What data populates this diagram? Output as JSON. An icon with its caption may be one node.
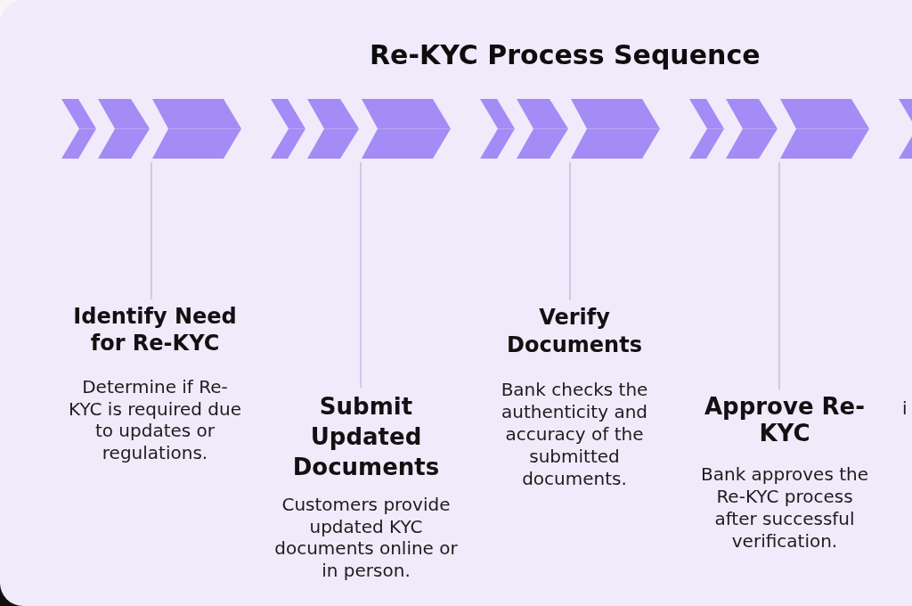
{
  "diagram": {
    "title": "Re-KYC Process Sequence",
    "nodes": [
      {
        "text": [],
        "shape": "chevron"
      },
      {
        "text": [],
        "shape": "chevron"
      },
      {
        "text": [],
        "shape": "chevron"
      },
      {
        "text": [],
        "shape": "chevron"
      },
      {
        "text": [],
        "shape": "chevron"
      },
      {
        "text": [
          "Identify Need for Re-KYC",
          "Determine if Re-KYC is required due to updates or regulations."
        ]
      },
      {
        "text": [
          "Submit Updated Documents",
          "Customers provide updated KYC documents online or in person."
        ]
      },
      {
        "text": [
          "Verify Documents",
          "Bank checks the authenticity and accuracy of the submitted documents."
        ]
      },
      {
        "text": [
          "Approve Re-KYC",
          "Bank approves the Re-KYC process after successful verification."
        ]
      }
    ],
    "edges": [
      {
        "from": 0,
        "to": 5,
        "arrow": "none"
      },
      {
        "from": 1,
        "to": 6,
        "arrow": "none"
      },
      {
        "from": 2,
        "to": 7,
        "arrow": "none"
      },
      {
        "from": 3,
        "to": 8,
        "arrow": "none"
      }
    ],
    "labels": [
      "i"
    ]
  }
}
